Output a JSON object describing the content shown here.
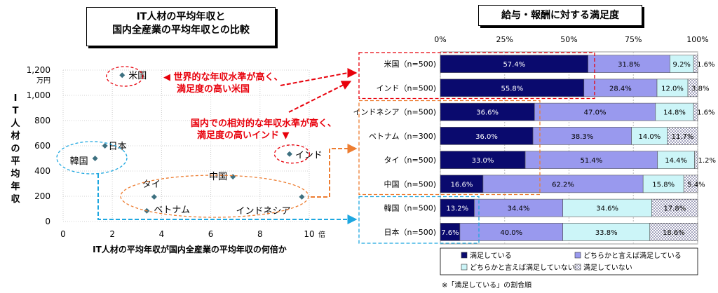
{
  "left_title_lines": [
    "IT人材の平均年収と",
    "国内全産業の平均年収との比較"
  ],
  "right_title": "給与・報酬に対する満足度",
  "footnote": "※「満足している」の割合順",
  "colors": {
    "satisfied": "#0a0a6e",
    "somewhat_satisfied": "#9999ee",
    "somewhat_unsatisfied": "#ccf5f8",
    "unsatisfied": "#ffffff",
    "scatter_point": "#3d7080",
    "red": "#e8000b",
    "orange": "#ed7d31",
    "cyan": "#1ea7e0"
  },
  "chart_data": [
    {
      "type": "scatter",
      "title": "IT人材の平均年収と国内全産業の平均年収との比較",
      "xlabel": "IT人材の平均年収が国内全産業の平均年収の何倍か",
      "x_unit": "倍",
      "ylabel": "IT人材の平均年収",
      "y_unit": "万円",
      "xlim": [
        0,
        10
      ],
      "ylim": [
        0,
        1200
      ],
      "x_ticks": [
        "0",
        "2",
        "4",
        "6",
        "8",
        "10"
      ],
      "y_ticks": [
        "0",
        "200",
        "400",
        "600",
        "800",
        "1,000",
        "1,200"
      ],
      "grid": true,
      "points": [
        {
          "label": "米国",
          "x": 2.4,
          "y": 1160
        },
        {
          "label": "日本",
          "x": 1.7,
          "y": 600
        },
        {
          "label": "韓国",
          "x": 1.3,
          "y": 500
        },
        {
          "label": "インド",
          "x": 9.2,
          "y": 535
        },
        {
          "label": "中国",
          "x": 6.9,
          "y": 355
        },
        {
          "label": "タイ",
          "x": 3.7,
          "y": 195
        },
        {
          "label": "ベトナム",
          "x": 3.4,
          "y": 85
        },
        {
          "label": "インドネシア",
          "x": 9.7,
          "y": 195
        }
      ],
      "annotations": [
        "◀ 世界的な年収水準が高く、",
        "満足度の高い米国",
        "国内での相対的な年収水準が高く、",
        "満足度の高いインド ▼"
      ]
    },
    {
      "type": "bar",
      "orientation": "horizontal",
      "stacked": true,
      "title": "給与・報酬に対する満足度",
      "xlim": [
        0,
        100
      ],
      "x_ticks": [
        "0%",
        "25%",
        "50%",
        "75%",
        "100%"
      ],
      "categories": [
        "米国（n=500)",
        "インド（n=500)",
        "インドネシア（n=500)",
        "ベトナム（n=300)",
        "タイ（n=500)",
        "中国（n=500)",
        "韓国（n=500)",
        "日本（n=500)"
      ],
      "series": [
        {
          "name": "満足している",
          "values": [
            57.4,
            55.8,
            36.6,
            36.0,
            33.0,
            16.6,
            13.2,
            7.6
          ],
          "labels": [
            "57.4%",
            "55.8%",
            "36.6%",
            "36.0%",
            "33.0%",
            "16.6%",
            "13.2%",
            "7.6%"
          ]
        },
        {
          "name": "どちらかと言えば満足している",
          "values": [
            31.8,
            28.4,
            47.0,
            38.3,
            51.4,
            62.2,
            34.4,
            40.0
          ],
          "labels": [
            "31.8%",
            "28.4%",
            "47.0%",
            "38.3%",
            "51.4%",
            "62.2%",
            "34.4%",
            "40.0%"
          ]
        },
        {
          "name": "どちらかと言えば満足していない",
          "values": [
            9.2,
            12.0,
            14.8,
            14.0,
            14.4,
            15.8,
            34.6,
            33.8
          ],
          "labels": [
            "9.2%",
            "12.0%",
            "14.8%",
            "14.0%",
            "14.4%",
            "15.8%",
            "34.6%",
            "33.8%"
          ]
        },
        {
          "name": "満足していない",
          "values": [
            1.6,
            3.8,
            1.6,
            11.7,
            1.2,
            5.4,
            17.8,
            18.6
          ],
          "labels": [
            "1.6%",
            "3.8%",
            "1.6%",
            "11.7%",
            "1.2%",
            "5.4%",
            "17.8%",
            "18.6%"
          ]
        }
      ],
      "legend_position": "bottom"
    }
  ]
}
